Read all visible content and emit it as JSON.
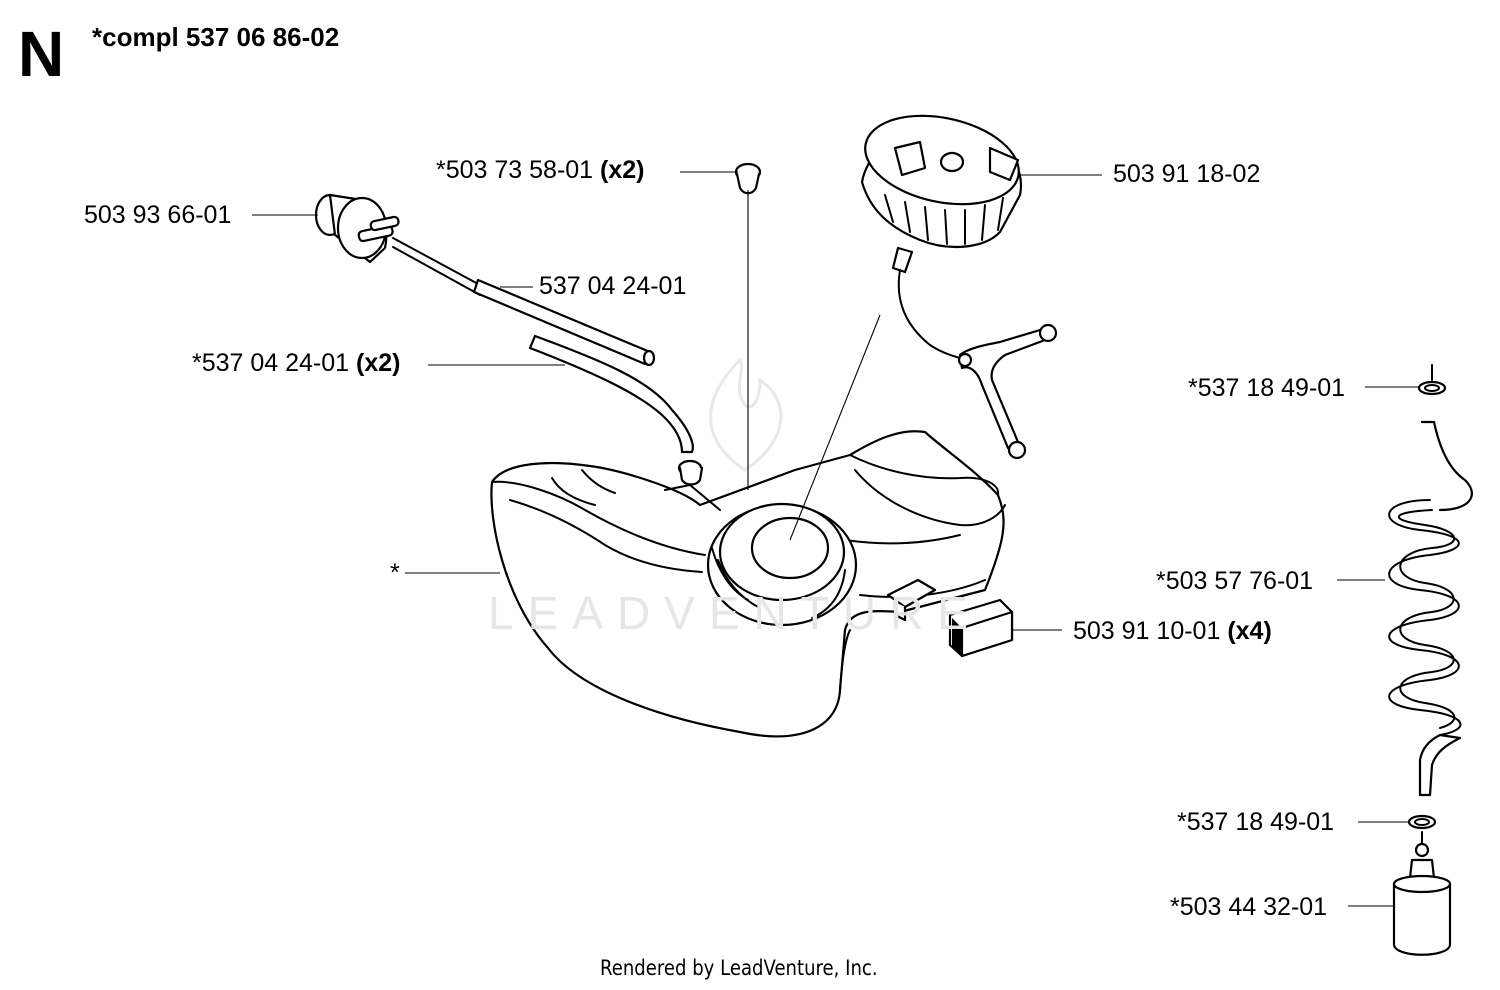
{
  "section_letter": "N",
  "kit_label": "*compl 537 06 86-02",
  "watermark": "LEADVENTURE",
  "footer": "Rendered by LeadVenture, Inc.",
  "parts": [
    {
      "id": "fuel-filter-top-grommet",
      "number": "*503 73 58-01",
      "qty": "(x2)"
    },
    {
      "id": "fuel-cap",
      "number": "503 91 18-02",
      "qty": ""
    },
    {
      "id": "primer-valve",
      "number": "503 93 66-01",
      "qty": ""
    },
    {
      "id": "fuel-hose-upper",
      "number": "537 04 24-01",
      "qty": ""
    },
    {
      "id": "fuel-hose-lower",
      "number": "*537 04 24-01",
      "qty": "(x2)"
    },
    {
      "id": "fuel-tank",
      "number": "*",
      "qty": ""
    },
    {
      "id": "damper",
      "number": "503 91 10-01",
      "qty": "(x4)"
    },
    {
      "id": "hose-washer-top",
      "number": "*537 18 49-01",
      "qty": ""
    },
    {
      "id": "coiled-fuel-hose",
      "number": "*503 57 76-01",
      "qty": ""
    },
    {
      "id": "hose-washer-bottom",
      "number": "*537 18 49-01",
      "qty": ""
    },
    {
      "id": "fuel-filter",
      "number": "*503 44 32-01",
      "qty": ""
    }
  ]
}
